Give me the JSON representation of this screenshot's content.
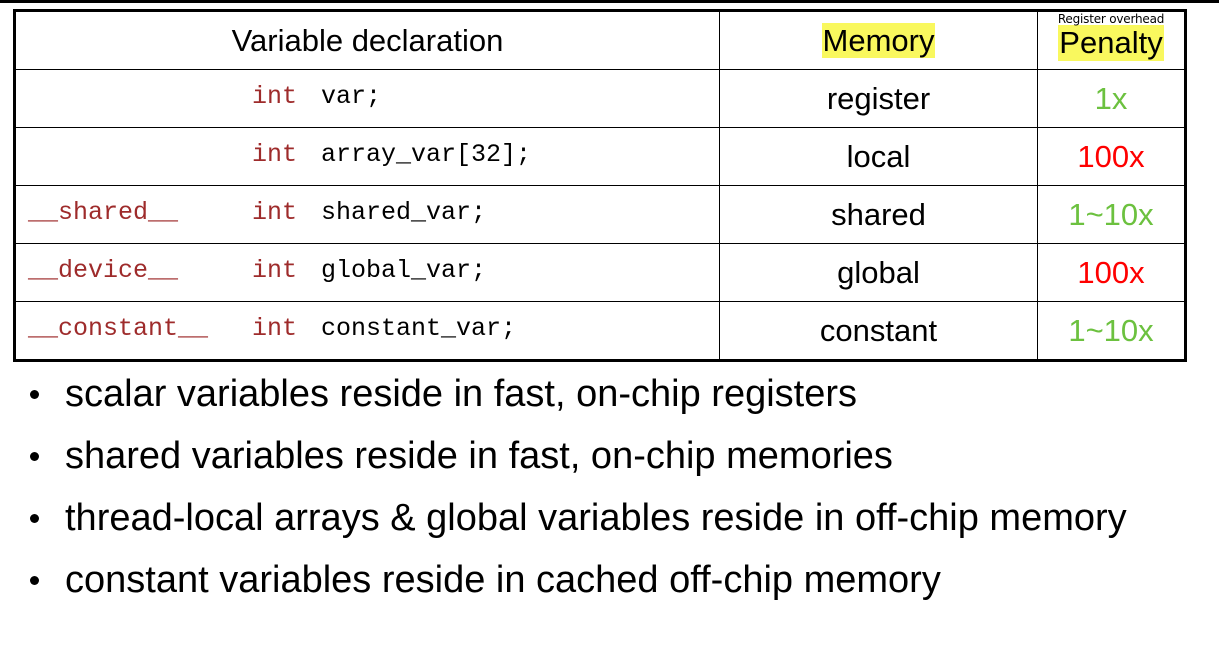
{
  "table": {
    "header": {
      "declaration": "Variable declaration",
      "memory": "Memory",
      "penalty_sub": "Register overhead",
      "penalty": "Penalty"
    },
    "rows": [
      {
        "qualifier": "",
        "type": "int",
        "name": "var;",
        "memory": "register",
        "penalty": "1x",
        "penalty_color": "#6cc13f"
      },
      {
        "qualifier": "",
        "type": "int",
        "name": "array_var[32];",
        "memory": "local",
        "penalty": "100x",
        "penalty_color": "#ff0000"
      },
      {
        "qualifier": "__shared__",
        "type": "int",
        "name": "shared_var;",
        "memory": "shared",
        "penalty": "1~10x",
        "penalty_color": "#6cc13f"
      },
      {
        "qualifier": "__device__",
        "type": "int",
        "name": "global_var;",
        "memory": "global",
        "penalty": "100x",
        "penalty_color": "#ff0000"
      },
      {
        "qualifier": "__constant__",
        "type": "int",
        "name": "constant_var;",
        "memory": "constant",
        "penalty": "1~10x",
        "penalty_color": "#6cc13f"
      }
    ]
  },
  "colors": {
    "keyword": "#9e2b2b",
    "highlight": "#f9f85e",
    "good": "#6cc13f",
    "bad": "#ff0000"
  },
  "bullets": [
    "scalar variables reside in fast, on-chip registers",
    "shared variables reside in fast, on-chip memories",
    "thread-local arrays & global variables reside in off-chip memory",
    "constant variables reside in cached off-chip memory"
  ]
}
